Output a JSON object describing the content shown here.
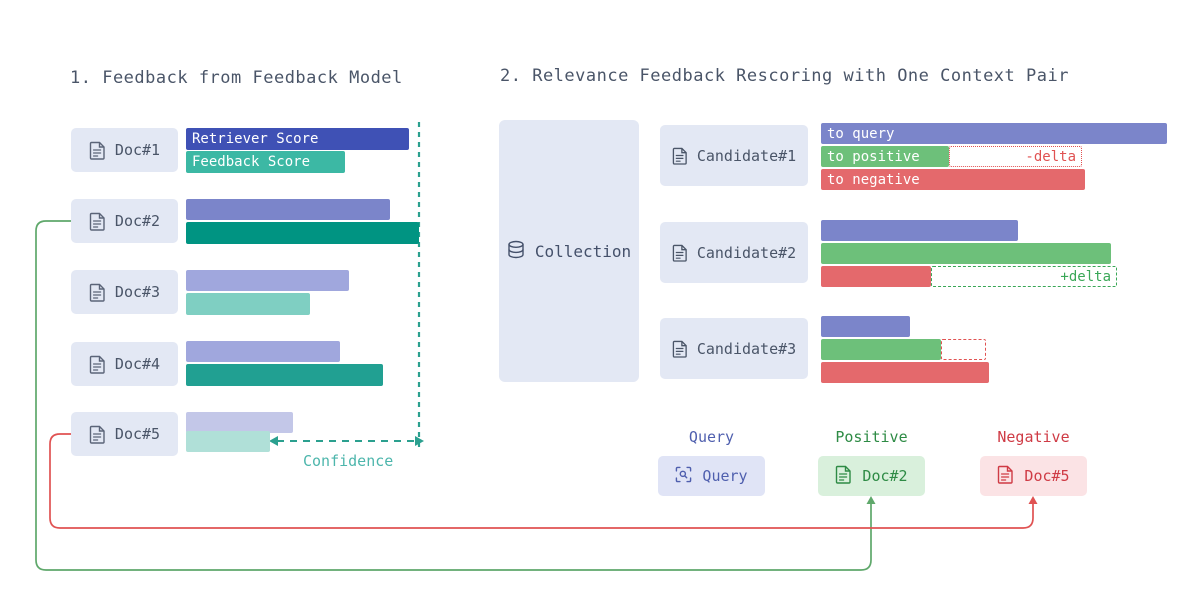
{
  "sections": [
    {
      "id": "left",
      "title": "1. Feedback from Feedback Model"
    },
    {
      "id": "right",
      "title": "2. Relevance Feedback Rescoring with One Context Pair"
    }
  ],
  "legend": {
    "retriever_label": "Retriever Score",
    "feedback_label": "Feedback Score",
    "retriever_color": "#3f51b5",
    "feedback_color": "#3cb8a4"
  },
  "feedback_panel": {
    "docs": [
      {
        "label": "Doc#1",
        "icon": "document-icon",
        "retriever": 223,
        "feedback": 159,
        "retriever_color": "#3f51b5",
        "feedback_color": "#3cb8a4"
      },
      {
        "label": "Doc#2",
        "icon": "document-icon",
        "retriever": 204,
        "feedback": 233,
        "retriever_color": "#7b85ca",
        "feedback_color": "#009482"
      },
      {
        "label": "Doc#3",
        "icon": "document-icon",
        "retriever": 163,
        "feedback": 124,
        "retriever_color": "#a0a7dd",
        "feedback_color": "#7fcfc2"
      },
      {
        "label": "Doc#4",
        "icon": "document-icon",
        "retriever": 154,
        "feedback": 197,
        "retriever_color": "#a0a7dd",
        "feedback_color": "#21a092"
      },
      {
        "label": "Doc#5",
        "icon": "document-icon",
        "retriever": 107,
        "feedback": 84,
        "retriever_color": "#c3c7e8",
        "feedback_color": "#b0e0d8"
      }
    ],
    "confidence_label": "Confidence",
    "confidence_color": "#4db6ac"
  },
  "rescoring_panel": {
    "collection": {
      "label": "Collection",
      "icon": "database-icon"
    },
    "bar_labels": {
      "query": "to query",
      "positive": "to positive",
      "negative": "to negative"
    },
    "colors": {
      "query": "#7b85ca",
      "positive": "#6dc07a",
      "negative": "#e4696c",
      "neg_delta": "#e05252",
      "pos_delta": "#3aa757"
    },
    "candidates": [
      {
        "label": "Candidate#1",
        "icon": "document-icon",
        "show_bar_labels": true,
        "query": 346,
        "positive": 128,
        "negative": 264,
        "delta": {
          "text": "-delta",
          "type": "neg",
          "start": 128,
          "end": 261
        }
      },
      {
        "label": "Candidate#2",
        "icon": "document-icon",
        "show_bar_labels": false,
        "query": 197,
        "positive": 290,
        "negative": 110,
        "delta": {
          "text": "+delta",
          "type": "pos",
          "start": 110,
          "end": 296
        }
      },
      {
        "label": "Candidate#3",
        "icon": "document-icon",
        "show_bar_labels": false,
        "query": 89,
        "positive": 120,
        "negative": 168,
        "delta": {
          "text": "",
          "type": "plain",
          "start": 120,
          "end": 165
        }
      }
    ]
  },
  "context_pair": {
    "items": [
      {
        "caption": "Query",
        "kind": "q",
        "card_label": "Query",
        "icon": "scan-search-icon"
      },
      {
        "caption": "Positive",
        "kind": "p",
        "card_label": "Doc#2",
        "icon": "document-icon"
      },
      {
        "caption": "Negative",
        "kind": "n",
        "card_label": "Doc#5",
        "icon": "document-icon"
      }
    ]
  },
  "connectors": {
    "positive_color": "#5fa86b",
    "negative_color": "#e05252"
  }
}
